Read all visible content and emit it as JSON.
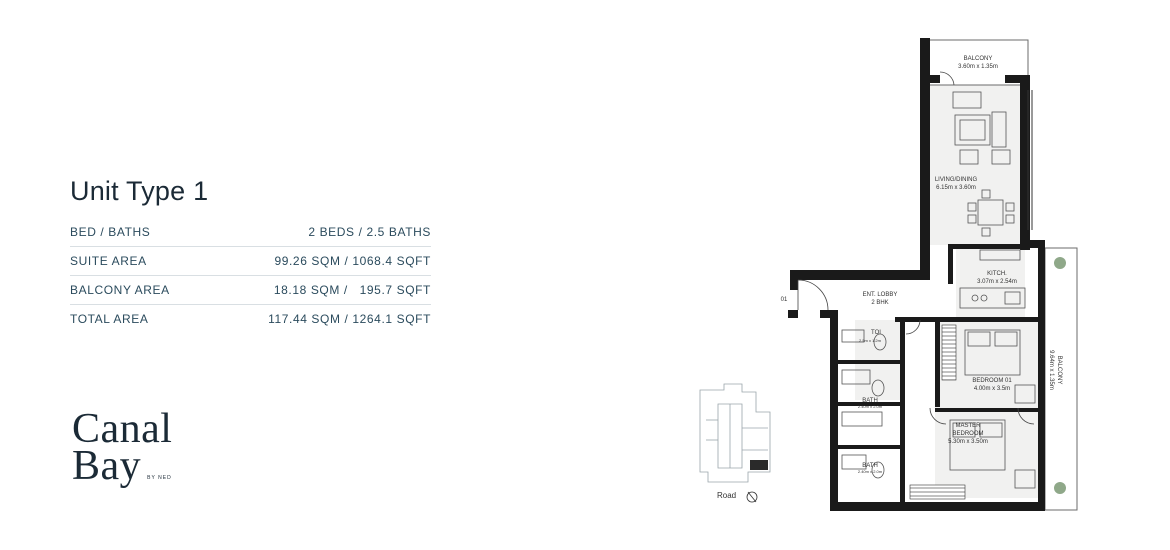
{
  "unit_title": "Unit Type 1",
  "specs": [
    {
      "label": "BED / BATHS",
      "value": "2 BEDS / 2.5 BATHS"
    },
    {
      "label": "SUITE AREA",
      "value": "99.26 SQM / 1068.4 SQFT"
    },
    {
      "label": "BALCONY AREA",
      "value": "18.18 SQM /   195.7 SQFT"
    },
    {
      "label": "TOTAL AREA",
      "value": "117.44 SQM / 1264.1 SQFT"
    }
  ],
  "logo": {
    "line1": "Canal",
    "line2": "Bay",
    "tagline": "BY NED"
  },
  "plan": {
    "balcony_top": {
      "name": "BALCONY",
      "dims": "3.60m x 1.35m"
    },
    "living": {
      "name": "LIVING/DINING",
      "dims": "6.15m x 3.60m"
    },
    "kitchen": {
      "name": "KITCH.",
      "dims": "3.07m x 2.54m"
    },
    "lobby": {
      "name": "ENT. LOBBY",
      "dims": "2  BHK"
    },
    "entry_mark": "01",
    "toilet": {
      "name": "TOI",
      "dims": "2.5m x 1.2m"
    },
    "bedroom1": {
      "name": "BEDROOM  01",
      "dims": "4.00m x 3.5m"
    },
    "balcony_side": {
      "name": "BALCONY",
      "dims": "9.64m x 1.35m"
    },
    "bath1": {
      "name": "BATH",
      "dims": "2.40m x 2.0m"
    },
    "master": {
      "name": "MASTER",
      "name2": "BEDROOM",
      "dims": "5.30m x 3.50m"
    },
    "bath2": {
      "name": "BATH",
      "dims": "2.40m x 2.0m"
    }
  },
  "key_plan": {
    "label": "Road"
  }
}
